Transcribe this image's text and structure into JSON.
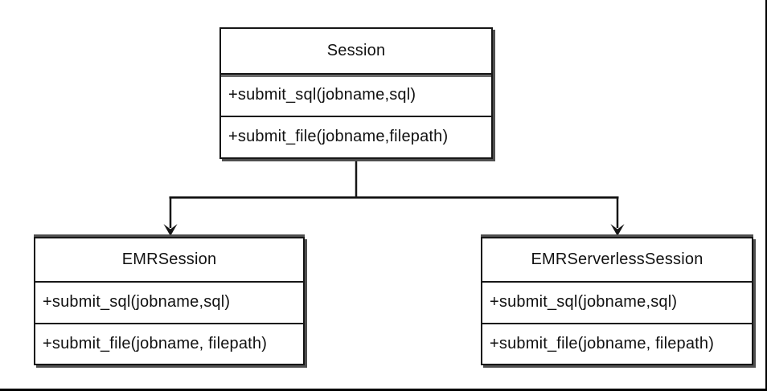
{
  "diagram": {
    "kind": "uml-class-diagram",
    "classes": [
      {
        "name": "Session",
        "methods": [
          "+submit_sql(jobname,sql)",
          "+submit_file(jobname,filepath)"
        ]
      },
      {
        "name": "EMRSession",
        "methods": [
          "+submit_sql(jobname,sql)",
          "+submit_file(jobname, filepath)"
        ]
      },
      {
        "name": "EMRServerlessSession",
        "methods": [
          "+submit_sql(jobname,sql)",
          "+submit_file(jobname, filepath)"
        ]
      }
    ],
    "relations": [
      {
        "from": "Session",
        "to": "EMRSession",
        "arrow": "down-open-v"
      },
      {
        "from": "Session",
        "to": "EMRServerlessSession",
        "arrow": "down-open-v"
      }
    ],
    "colors": {
      "background": "#ffffff",
      "box_border": "#161616",
      "text": "#111111",
      "shadow": "#4f4f4f",
      "connector": "#161616"
    }
  }
}
